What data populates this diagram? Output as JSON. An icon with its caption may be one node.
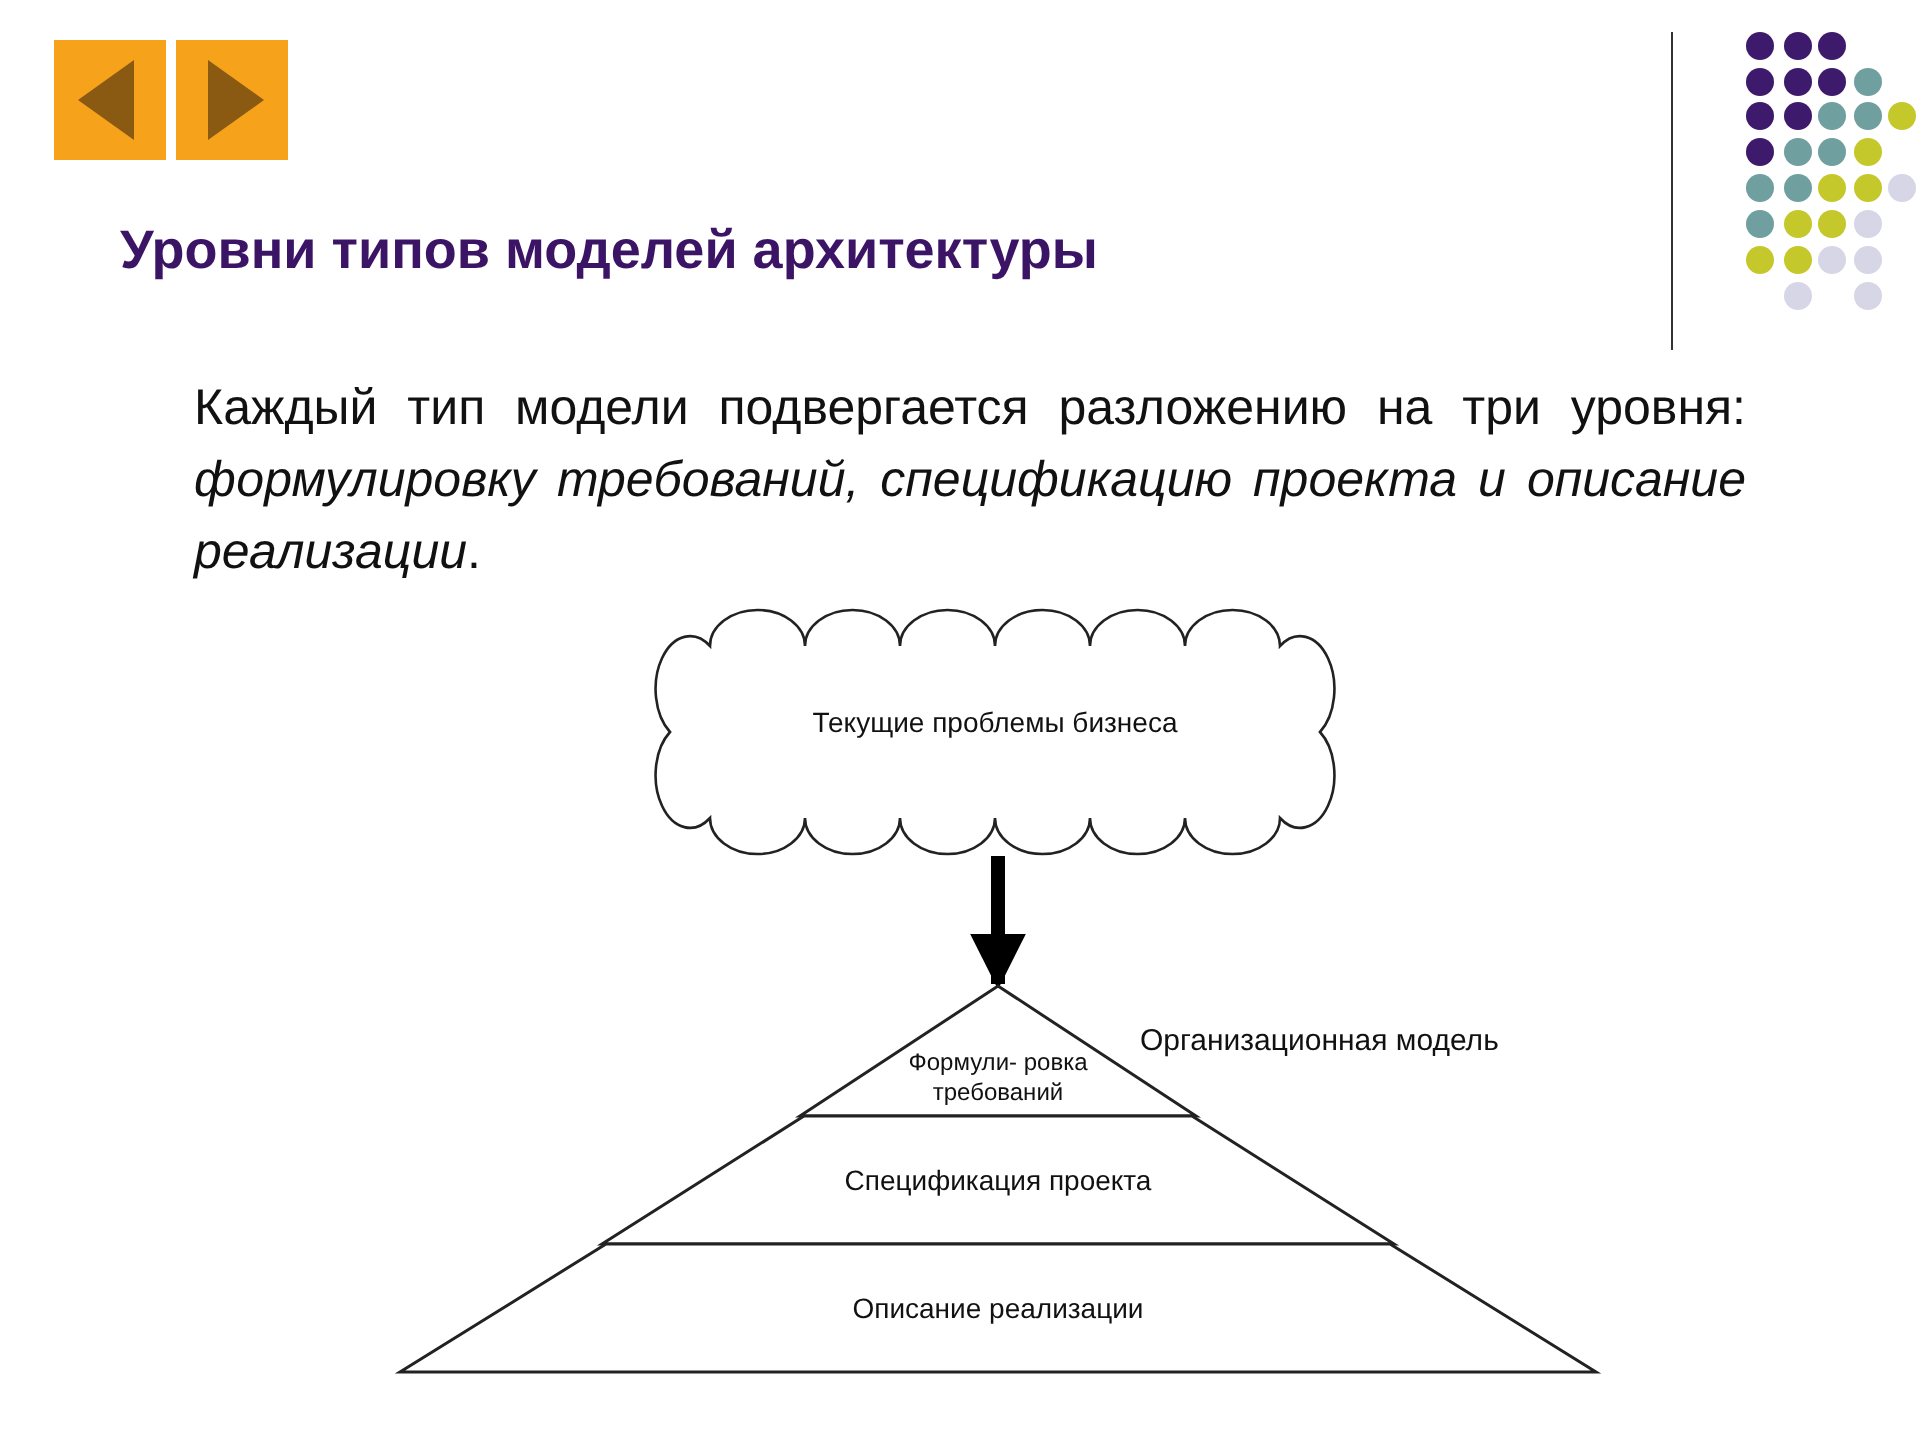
{
  "diagram": {
    "title": "Уровни типов моделей архитектуры",
    "nodes": [
      {
        "text": [
          "Текущие проблемы бизнеса"
        ]
      },
      {
        "text": [
          "Формули- ровка требований"
        ]
      },
      {
        "text": [
          "Спецификация проекта"
        ]
      },
      {
        "text": [
          "Описание реализации"
        ]
      }
    ],
    "edges": [
      {
        "from": 0,
        "to": 1,
        "arrow": "to"
      }
    ],
    "labels": [
      "Каждый тип модели подвергается разложению на три уровня: *формулировку требований, спецификацию проекта и описание реализации*.",
      "Организационная модель"
    ]
  }
}
